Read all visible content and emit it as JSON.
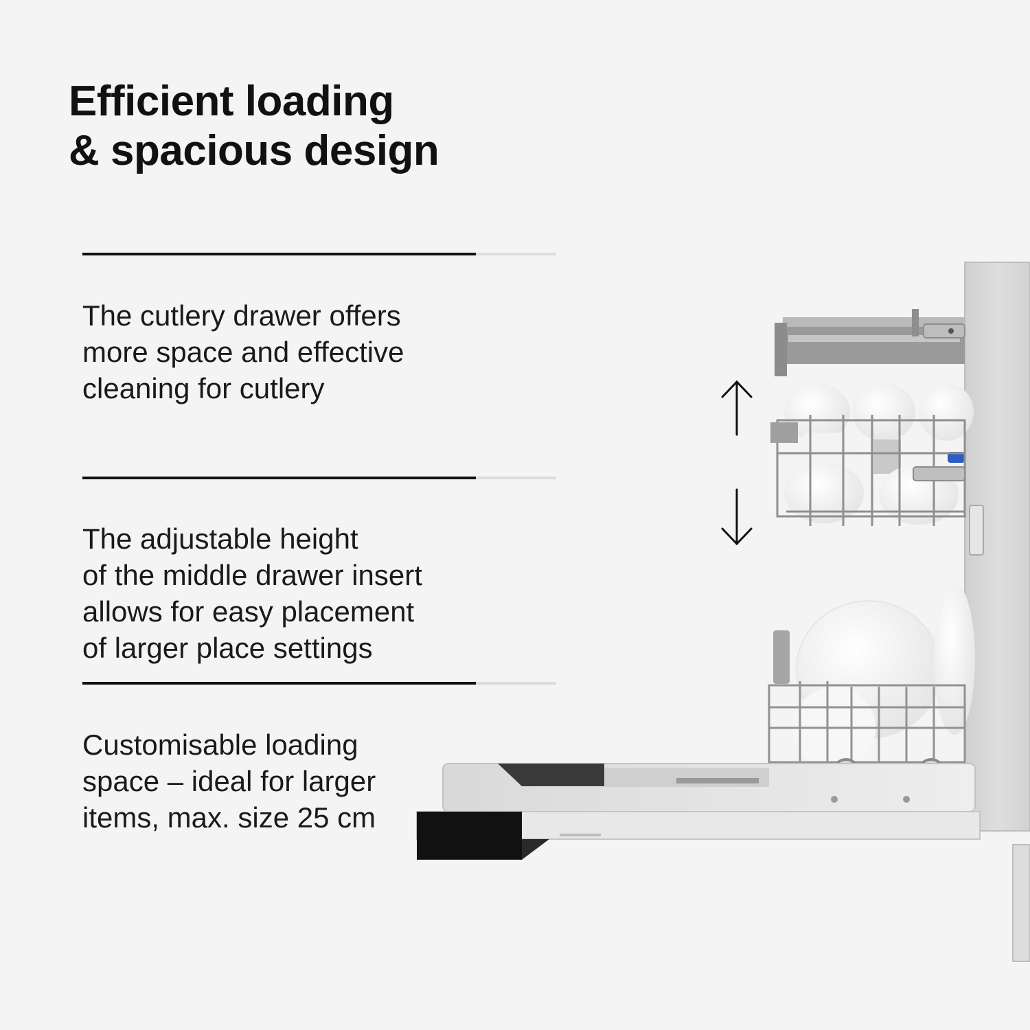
{
  "heading": {
    "line1": "Efficient loading",
    "line2": "& spacious design"
  },
  "features": [
    {
      "lines": [
        "The cutlery drawer offers",
        "more space and effective",
        "cleaning for cutlery"
      ]
    },
    {
      "lines": [
        "The adjustable height",
        "of the middle drawer insert",
        "allows for easy placement",
        "of larger place settings"
      ]
    },
    {
      "lines": [
        "Customisable loading",
        "space – ideal for larger",
        "items, max. size 25 cm"
      ]
    }
  ],
  "progress": [
    0.83,
    0.83,
    0.83
  ],
  "icons": {
    "up": "arrow-up-icon",
    "down": "arrow-down-icon"
  }
}
